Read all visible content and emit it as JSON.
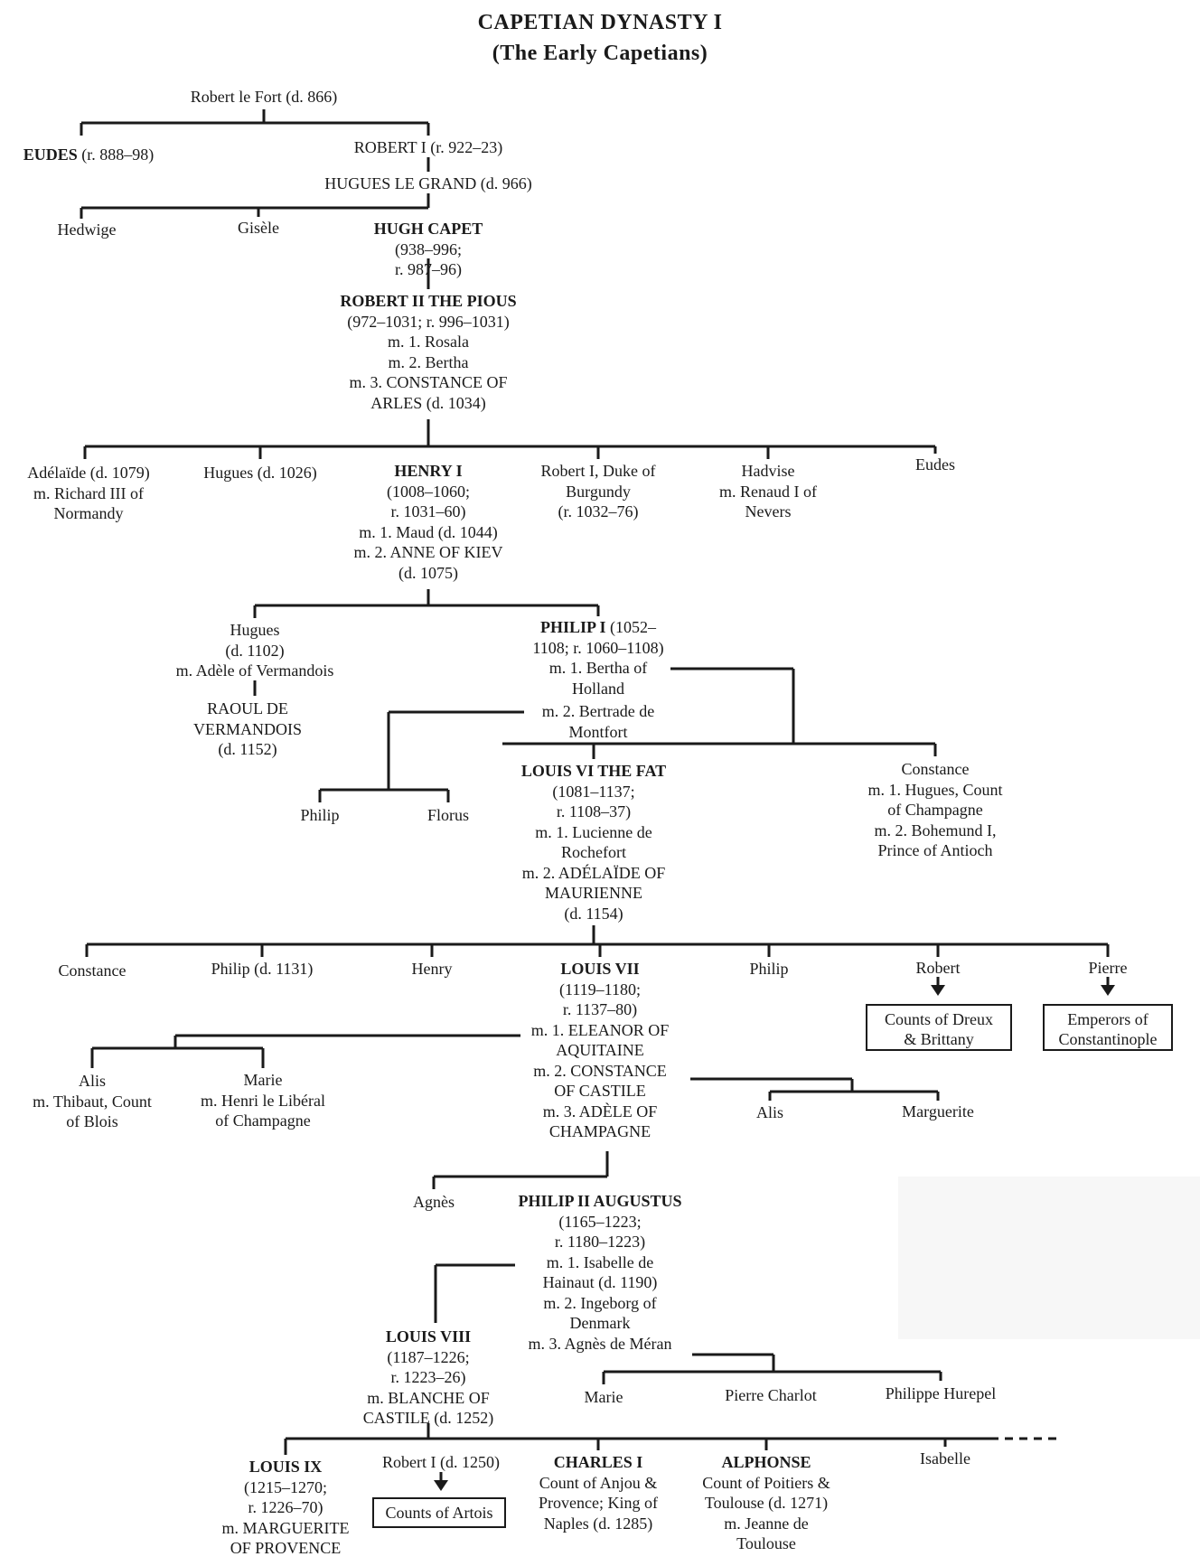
{
  "title": "CAPETIAN DYNASTY I",
  "subtitle": "(The Early Capetians)",
  "nodes": {
    "robert_le_fort": [
      "Robert le Fort (d. 866)"
    ],
    "eudes_888": [
      "EUDES",
      " (r. 888–98)"
    ],
    "robert_i_922": [
      "ROBERT I (r. 922–23)"
    ],
    "hugues_le_grand": [
      "HUGUES LE GRAND (d. 966)"
    ],
    "hedwige": [
      "Hedwige"
    ],
    "gisele": [
      "Gisèle"
    ],
    "hugh_capet": [
      "HUGH CAPET",
      "(938–996;",
      "r. 987–96)"
    ],
    "robert_ii": [
      "ROBERT II THE PIOUS",
      "(972–1031; r. 996–1031)",
      "m. 1. Rosala",
      "m. 2. Bertha",
      "m. 3. CONSTANCE OF",
      "ARLES (d. 1034)"
    ],
    "adelaide_1079": [
      "Adélaïde (d. 1079)",
      "m. Richard III of",
      "Normandy"
    ],
    "hugues_1026": [
      "Hugues (d. 1026)"
    ],
    "henry_i": [
      "HENRY I",
      "(1008–1060;",
      "r. 1031–60)",
      "m. 1. Maud (d. 1044)",
      "m. 2. ANNE OF KIEV",
      "(d. 1075)"
    ],
    "robert_burgundy": [
      "Robert I, Duke of",
      "Burgundy",
      "(r. 1032–76)"
    ],
    "hadvise": [
      "Hadvise",
      "m. Renaud I of",
      "Nevers"
    ],
    "eudes_2": [
      "Eudes"
    ],
    "hugues_1102": [
      "Hugues",
      "(d. 1102)",
      "m. Adèle of Vermandois"
    ],
    "raoul": [
      "RAOUL DE",
      "VERMANDOIS",
      "(d. 1152)"
    ],
    "philip_i": [
      "PHILIP I",
      " (1052–",
      "1108; r. 1060–1108)",
      "m. 1. Bertha of",
      "Holland"
    ],
    "bertrade": [
      "m. 2. Bertrade de",
      "Montfort"
    ],
    "philip_son": [
      "Philip"
    ],
    "florus": [
      "Florus"
    ],
    "louis_vi": [
      "LOUIS VI THE FAT",
      "(1081–1137;",
      "r. 1108–37)",
      "m. 1. Lucienne de",
      "Rochefort",
      "m. 2. ADÉLAÏDE OF",
      "MAURIENNE",
      "(d. 1154)"
    ],
    "constance_antioch": [
      "Constance",
      "m. 1. Hugues, Count",
      "of Champagne",
      "m. 2. Bohemund I,",
      "Prince of Antioch"
    ],
    "constance_2": [
      "Constance"
    ],
    "philip_1131": [
      "Philip (d. 1131)"
    ],
    "henry_2": [
      "Henry"
    ],
    "louis_vii": [
      "LOUIS VII",
      "(1119–1180;",
      "r. 1137–80)",
      "m. 1. ELEANOR OF",
      "AQUITAINE",
      "m. 2. CONSTANCE",
      "OF CASTILE",
      "m. 3. ADÈLE OF",
      "CHAMPAGNE"
    ],
    "philip_3": [
      "Philip"
    ],
    "robert_dreux": [
      "Robert"
    ],
    "pierre": [
      "Pierre"
    ],
    "alis_blois": [
      "Alis",
      "m. Thibaut, Count",
      "of Blois"
    ],
    "marie_champagne": [
      "Marie",
      "m. Henri le Libéral",
      "of Champagne"
    ],
    "alis_2": [
      "Alis"
    ],
    "marguerite": [
      "Marguerite"
    ],
    "agnes": [
      "Agnès"
    ],
    "philip_ii": [
      "PHILIP II AUGUSTUS",
      "(1165–1223;",
      "r. 1180–1223)",
      "m. 1. Isabelle de",
      "Hainaut (d. 1190)",
      "m. 2. Ingeborg of",
      "Denmark",
      "m. 3. Agnès de Méran"
    ],
    "louis_viii": [
      "LOUIS VIII",
      "(1187–1226;",
      "r. 1223–26)",
      "m. BLANCHE OF",
      "CASTILE (d. 1252)"
    ],
    "marie_2": [
      "Marie"
    ],
    "pierre_charlot": [
      "Pierre Charlot"
    ],
    "philippe_hurepel": [
      "Philippe Hurepel"
    ],
    "louis_ix": [
      "LOUIS IX",
      "(1215–1270;",
      "r. 1226–70)",
      "m. MARGUERITE",
      "OF PROVENCE"
    ],
    "robert_1250": [
      "Robert I (d. 1250)"
    ],
    "charles_i": [
      "CHARLES I",
      "Count of Anjou &",
      "Provence; King of",
      "Naples (d. 1285)"
    ],
    "alphonse": [
      "ALPHONSE",
      "Count of Poitiers &",
      "Toulouse (d. 1271)",
      "m. Jeanne de",
      "Toulouse"
    ],
    "isabelle": [
      "Isabelle"
    ]
  },
  "boxes": {
    "counts_dreux": [
      "Counts of Dreux",
      "& Brittany"
    ],
    "emperors_constantinople": [
      "Emperors of",
      "Constantinople"
    ],
    "counts_artois": [
      "Counts of Artois"
    ]
  }
}
